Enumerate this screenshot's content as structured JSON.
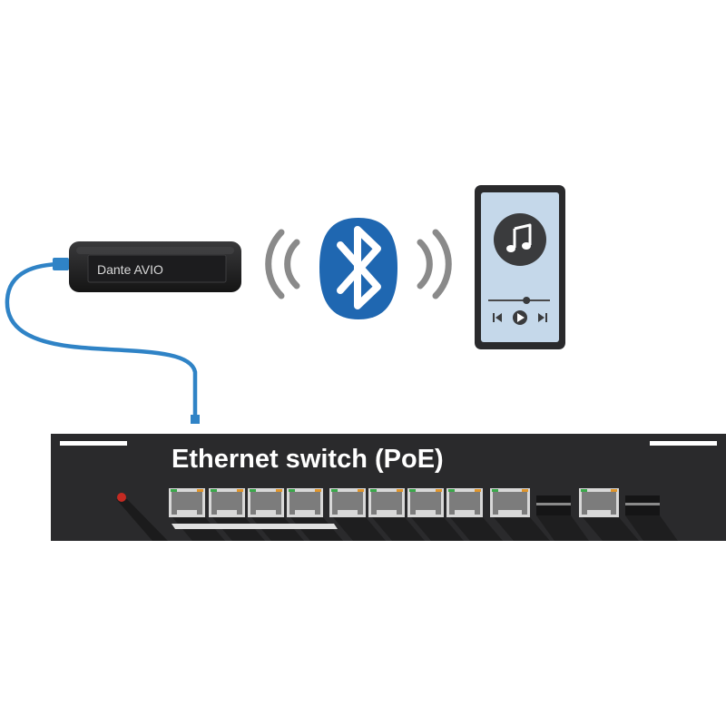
{
  "dongle": {
    "label": "Dante AVIO"
  },
  "switch": {
    "label": "Ethernet switch (PoE)"
  },
  "phone": {
    "media_progress": 0.62
  },
  "colors": {
    "cable": "#2f83c6",
    "bluetooth": "#1f67b1",
    "switch_body": "#2a2a2c",
    "port_led_green": "#3aa84a",
    "port_led_orange": "#e0952a",
    "phone_screen": "#c5d8ea"
  },
  "icons": [
    "bluetooth-icon",
    "music-note-icon",
    "previous-track-icon",
    "play-icon",
    "next-track-icon",
    "wireless-waves-icon"
  ]
}
